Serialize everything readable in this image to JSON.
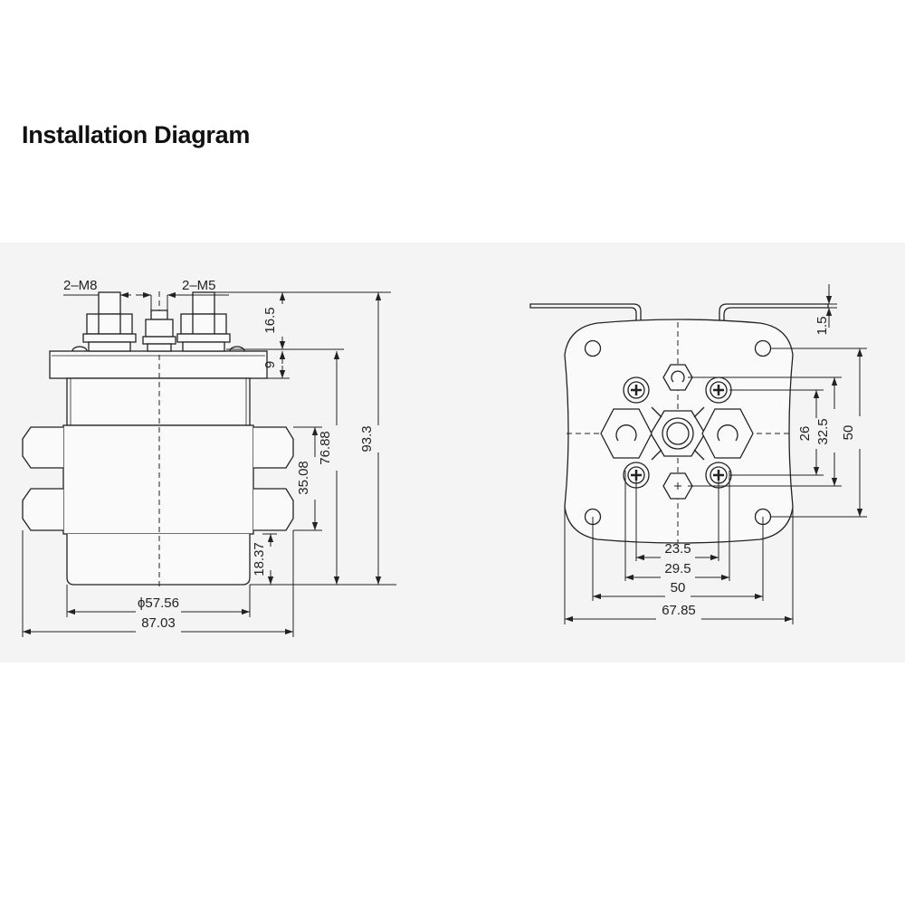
{
  "title": "Installation Diagram",
  "side_view": {
    "labels": {
      "main_terminals": "2–M8",
      "coil_terminals": "2–M5"
    },
    "dims": {
      "terminal_height": "16.5",
      "plate_thickness": "9",
      "total_height": "93.3",
      "body_height": "76.88",
      "bracket_height": "35.08",
      "base_height": "18.37",
      "diameter": "ϕ57.56",
      "overall_width": "87.03"
    }
  },
  "top_view": {
    "dims": {
      "plate_offset": "1.5",
      "hole_spacing_small": "26",
      "hole_spacing_mid": "32.5",
      "mount_spacing_v": "50",
      "hole_spacing_23": "23.5",
      "hole_spacing_29": "29.5",
      "mount_spacing_h": "50",
      "overall_width": "67.85"
    }
  }
}
